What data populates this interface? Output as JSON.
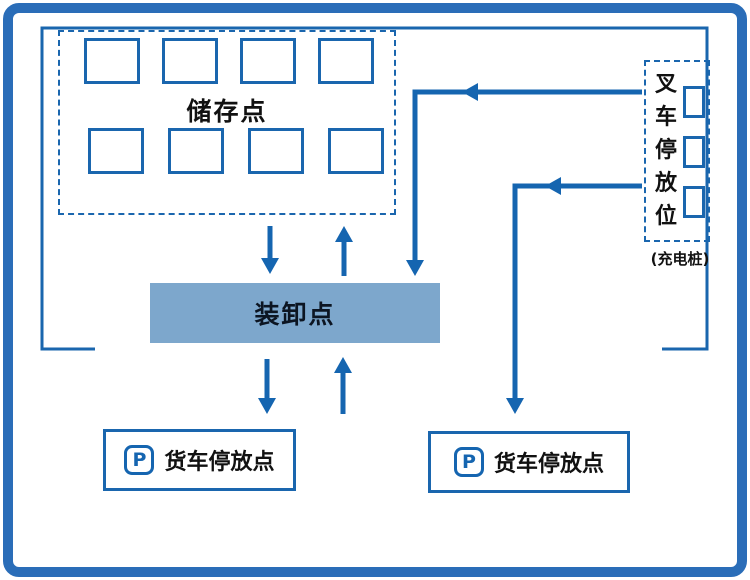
{
  "diagram_title": "warehouse-logistics-flow",
  "colors": {
    "frame": "#2a6db8",
    "wall_line": "#1a66ae",
    "arrow": "#1565b0",
    "loading_fill": "#7da7cc",
    "text": "#111111"
  },
  "storage": {
    "label": "储存点",
    "slot_count": 8
  },
  "forklift": {
    "label": "叉车停放位",
    "charging_label": "(充电桩)",
    "slot_count": 3
  },
  "loading": {
    "label": "装卸点"
  },
  "parking_left": {
    "icon": "P",
    "label": "货车停放点"
  },
  "parking_right": {
    "icon": "P",
    "label": "货车停放点"
  }
}
